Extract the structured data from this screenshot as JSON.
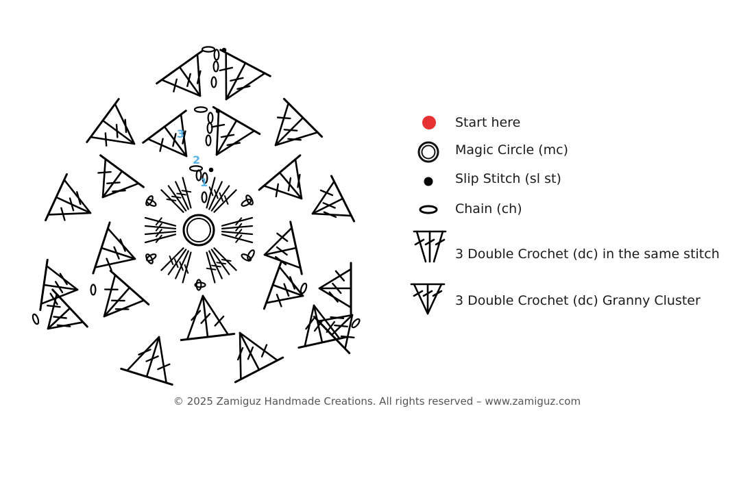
{
  "diagram": {
    "round_labels": [
      "1",
      "2",
      "3"
    ],
    "colors": {
      "ink": "#000000",
      "start_dot": "#e63232",
      "round_numbers": "#5ab3e8"
    }
  },
  "legend": {
    "items": [
      {
        "icon": "start-dot-icon",
        "label": "Start here"
      },
      {
        "icon": "magic-circle-icon",
        "label": "Magic Circle (mc)"
      },
      {
        "icon": "slip-stitch-icon",
        "label": "Slip Stitch (sl st)"
      },
      {
        "icon": "chain-icon",
        "label": "Chain (ch)"
      },
      {
        "icon": "dc-same-stitch-icon",
        "label": "3 Double Crochet (dc) in the same stitch"
      },
      {
        "icon": "dc-granny-cluster-icon",
        "label": "3 Double Crochet (dc) Granny Cluster"
      }
    ]
  },
  "footer": {
    "copyright": "© 2025 Zamiguz Handmade Creations. All rights reserved – www.zamiguz.com"
  }
}
